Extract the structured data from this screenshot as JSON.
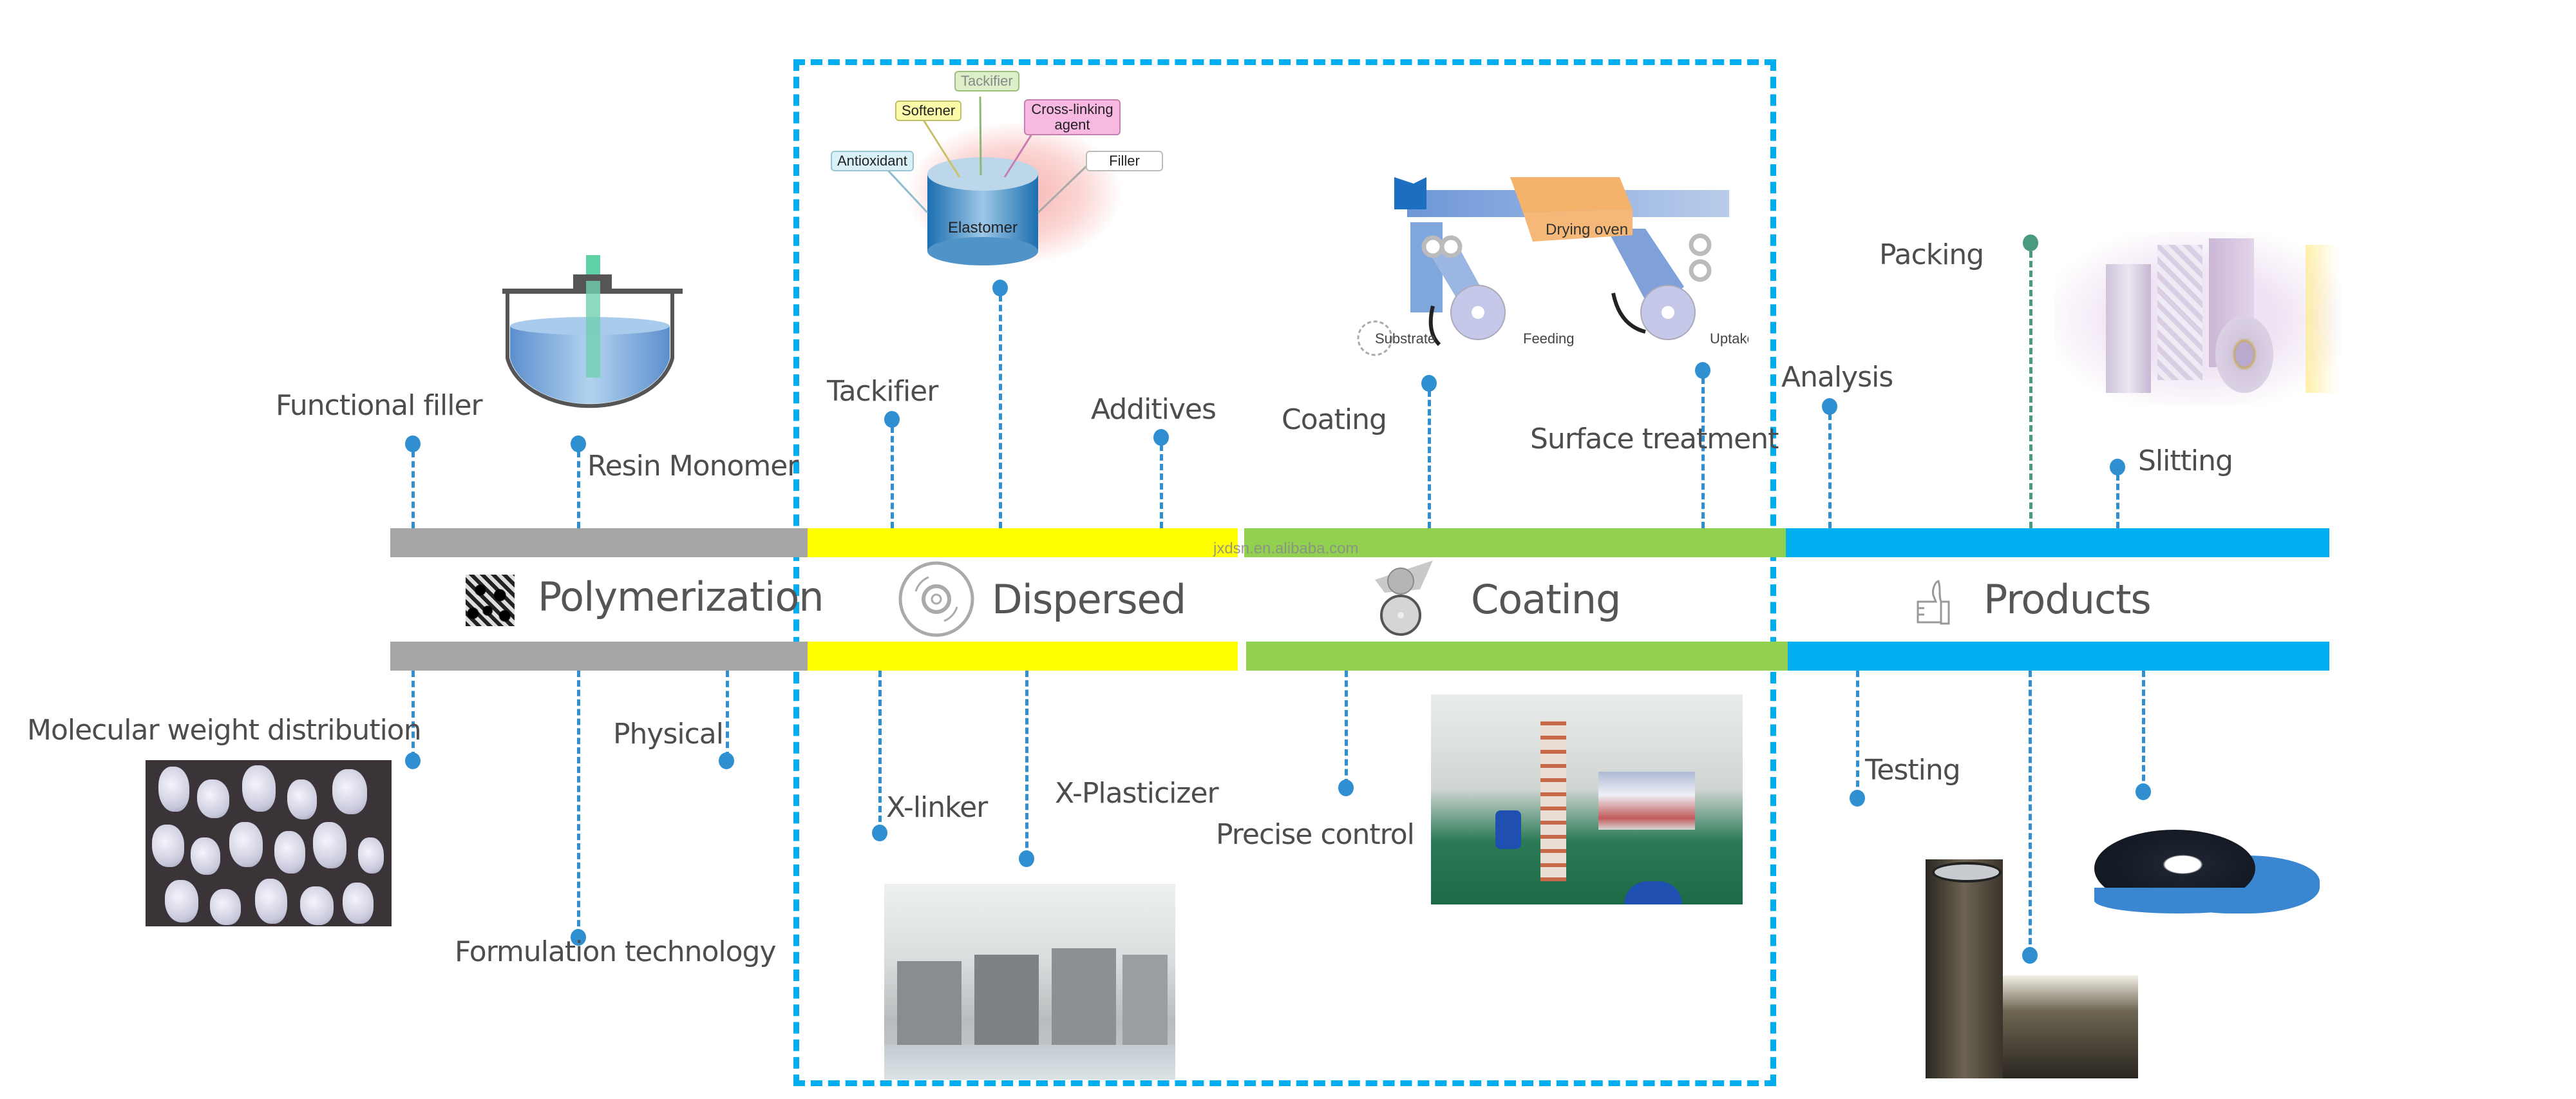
{
  "diagram": {
    "title": "Adhesive tape manufacturing process",
    "watermark": "jxdsn.en.alibaba.com",
    "colors": {
      "polymerization": "#a6a6a6",
      "dispersed": "#ffff00",
      "coating": "#92d050",
      "products": "#00b0f0",
      "highlight_box": "#00aeef",
      "pin": "#2f8fd0",
      "pin_packing": "#4a9a82"
    },
    "stages": [
      {
        "id": "polymerization",
        "title": "Polymerization",
        "icon": "polymer-texture-icon"
      },
      {
        "id": "dispersed",
        "title": "Dispersed",
        "icon": "disc-icon"
      },
      {
        "id": "coating",
        "title": "Coating",
        "icon": "coating-roller-icon"
      },
      {
        "id": "products",
        "title": "Products",
        "icon": "thumbs-up-icon"
      }
    ],
    "labels": {
      "functional_filler": "Functional filler",
      "resin_monomer": "Resin Monomer",
      "molecular_weight": "Molecular weight distribution",
      "physical": "Physical",
      "formulation": "Formulation technology",
      "tackifier": "Tackifier",
      "additives": "Additives",
      "x_linker": "X-linker",
      "x_plasticizer": "X-Plasticizer",
      "coating": "Coating",
      "surface_treatment": "Surface treatment",
      "precise_control": "Precise control",
      "analysis": "Analysis",
      "packing": "Packing",
      "slitting": "Slitting",
      "testing": "Testing"
    },
    "elastomer_diagram": {
      "center": "Elastomer",
      "callouts": [
        "Tackifier",
        "Softener",
        "Cross-linking agent",
        "Antioxidant",
        "Filler"
      ]
    },
    "coater_diagram": {
      "oven": "Drying oven",
      "substrate": "Substrate",
      "feeding": "Feeding",
      "uptake": "Uptake"
    }
  }
}
